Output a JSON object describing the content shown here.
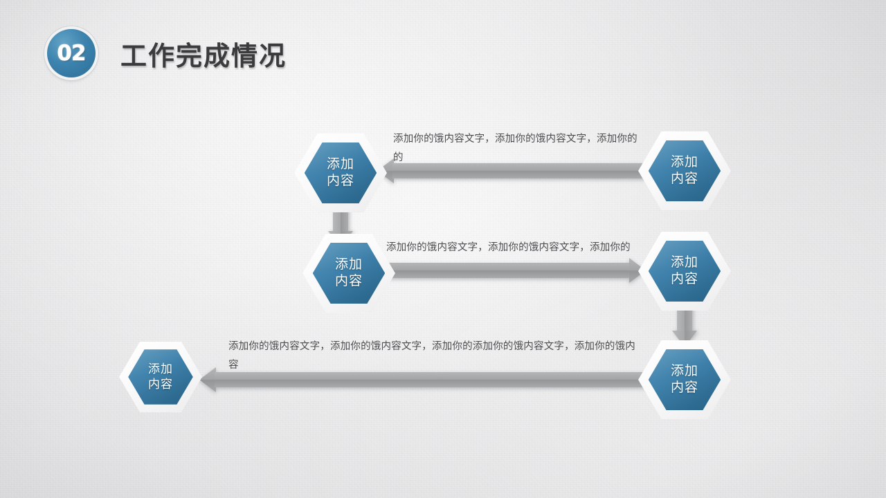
{
  "header": {
    "badge_number": "02",
    "title": "工作完成情况"
  },
  "theme": {
    "background": "#ececed",
    "accent_blue": "#3c80ab",
    "title_color": "#3b3b3d",
    "arrow_gray": "#a2a4a6",
    "body_text_color": "#4d4d4f"
  },
  "nodes": [
    {
      "id": "r1c1",
      "label": "添加\n内容"
    },
    {
      "id": "r1c2",
      "label": "添加\n内容"
    },
    {
      "id": "r2c1",
      "label": "添加\n内容"
    },
    {
      "id": "r2c2",
      "label": "添加\n内容"
    },
    {
      "id": "r3c1",
      "label": "添加\n内容"
    },
    {
      "id": "r3c2",
      "label": "添加\n内容"
    }
  ],
  "rows": [
    {
      "id": "row-1",
      "text": "添加你的饿内容文字，添加你的饿内容文字，添加你的的",
      "arrow_direction": "left"
    },
    {
      "id": "row-2",
      "text": "添加你的饿内容文字，添加你的饿内容文字，添加你的",
      "arrow_direction": "right"
    },
    {
      "id": "row-3",
      "text": "添加你的饿内容文字，添加你的饿内容文字，添加你的添加你的饿内容文字，添加你的饿内容",
      "arrow_direction": "left"
    }
  ],
  "connectors": [
    {
      "id": "left-down",
      "direction": "down"
    },
    {
      "id": "right-down",
      "direction": "down"
    }
  ]
}
